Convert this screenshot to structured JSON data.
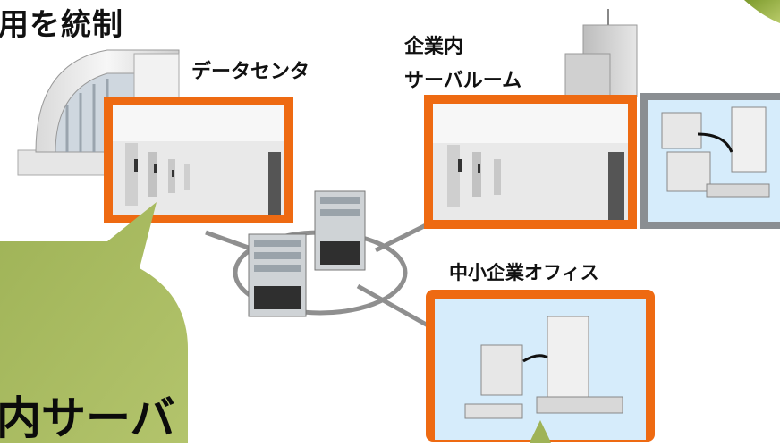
{
  "heading": {
    "text": "用を統制"
  },
  "nodes": {
    "datacenter": {
      "label": "データセンタ"
    },
    "corporate": {
      "label_line1": "企業内",
      "label_line2": "サーバルーム"
    },
    "smb_office": {
      "label": "中小企業オフィス"
    }
  },
  "callout": {
    "text": "内サーバ"
  },
  "colors": {
    "frame_orange": "#ee6a12",
    "frame_gray": "#8a8e92",
    "callout_green": "#a3b55c",
    "network_gray": "#8f8f8f",
    "office_bg": "#d6ecfb"
  }
}
